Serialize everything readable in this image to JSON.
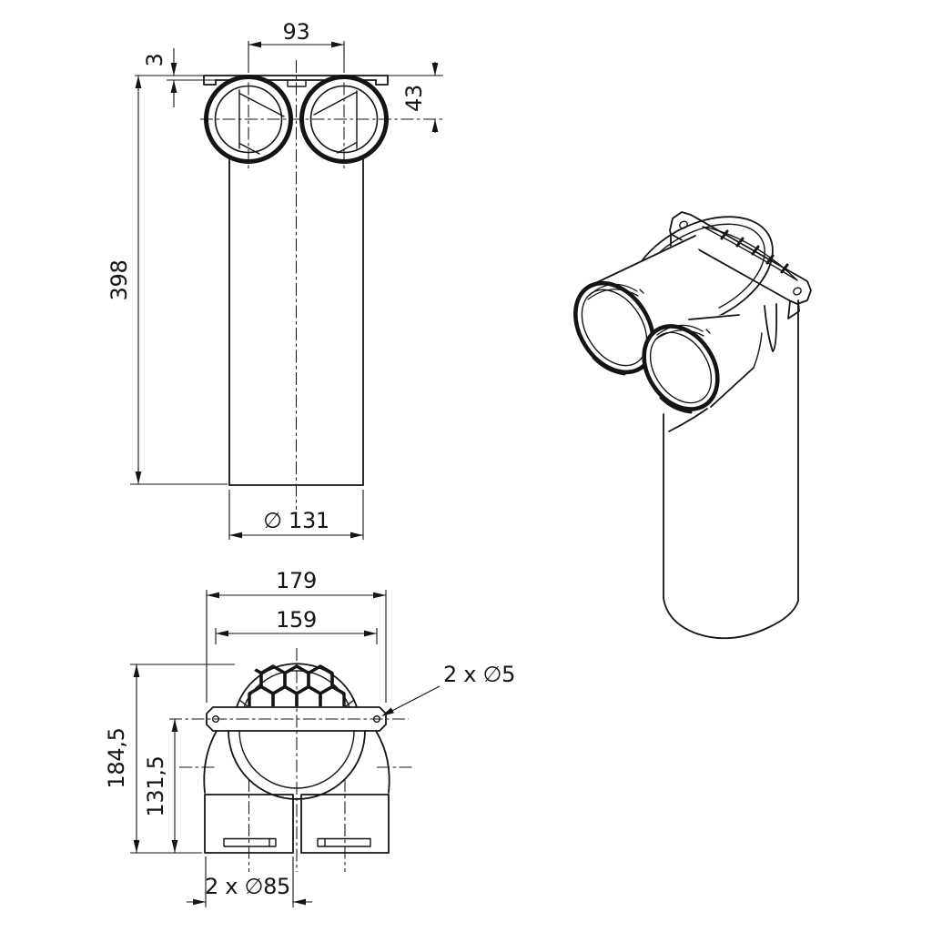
{
  "colors": {
    "ink": "#141414",
    "background": "#ffffff"
  },
  "front_view": {
    "dims": {
      "port_spacing": "93",
      "flange_offset": "3",
      "port_center_depth": "43",
      "body_length": "398",
      "body_diameter": "∅ 131"
    }
  },
  "bottom_view": {
    "dims": {
      "flange_width": "179",
      "hole_spacing": "159",
      "overall_height": "184,5",
      "flange_to_spigot_end": "131,5",
      "screw_holes": "2 x ∅5",
      "spigot_diameter": "2 x ∅85"
    }
  }
}
